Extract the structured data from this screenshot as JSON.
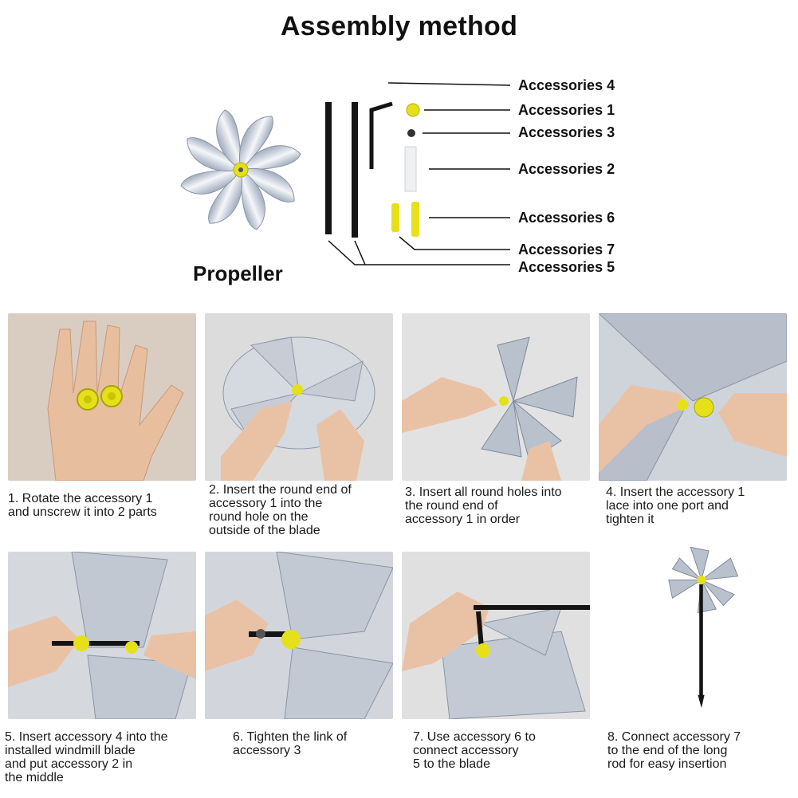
{
  "title": "Assembly method",
  "propeller_label": "Propeller",
  "accessories": [
    {
      "label": "Accessories 4"
    },
    {
      "label": "Accessories 1"
    },
    {
      "label": "Accessories 3"
    },
    {
      "label": "Accessories 2"
    },
    {
      "label": "Accessories 6"
    },
    {
      "label": "Accessories 7"
    },
    {
      "label": "Accessories 5"
    }
  ],
  "steps": [
    {
      "text": "1. Rotate the accessory 1\n    and unscrew it into 2 parts"
    },
    {
      "text": "2. Insert the round end of\n    accessory 1 into the\n    round hole on the\n    outside of the blade"
    },
    {
      "text": "3. Insert all round holes into\n    the round end of\n    accessory 1 in order"
    },
    {
      "text": "4. Insert the accessory 1\n    lace into one port and\n    tighten it"
    },
    {
      "text": "5. Insert accessory 4 into the\n    installed windmill blade\n    and put accessory 2 in\n    the middle"
    },
    {
      "text": "6. Tighten the link of\n    accessory 3"
    },
    {
      "text": "7. Use accessory 6 to\n    connect accessory\n    5 to the blade"
    },
    {
      "text": "8. Connect accessory 7\n    to the end of the long\n    rod for easy insertion"
    }
  ],
  "colors": {
    "yellow": "#e6e01a",
    "rod": "#141414",
    "skin": "#e9c2a6",
    "foil": "#c9ced6"
  }
}
